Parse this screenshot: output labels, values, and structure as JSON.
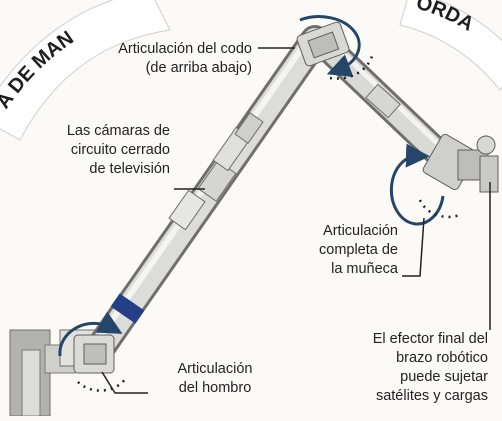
{
  "banner": {
    "left_text": "A DE MAN",
    "right_text": "ORDA"
  },
  "labels": {
    "elbow": [
      "Articulación del codo",
      "(de arriba abajo)"
    ],
    "cameras": [
      "Las cámaras de",
      "circuito cerrado",
      "de televisión"
    ],
    "wrist": [
      "Articulación",
      "completa de",
      "la muñeca"
    ],
    "shoulder": [
      "Articulación",
      "del hombro"
    ],
    "end_effector": [
      "El efector final del",
      "brazo robótico",
      "puede sujetar",
      "satélites y cargas"
    ]
  },
  "colors": {
    "arm_light": "#e4e4e2",
    "arm_mid": "#b9b9b6",
    "arm_dark": "#7c7c78",
    "joint_arrow": "#26456b",
    "blue_band": "#243f86",
    "banner_fill": "#ffffff",
    "text": "#222222"
  }
}
